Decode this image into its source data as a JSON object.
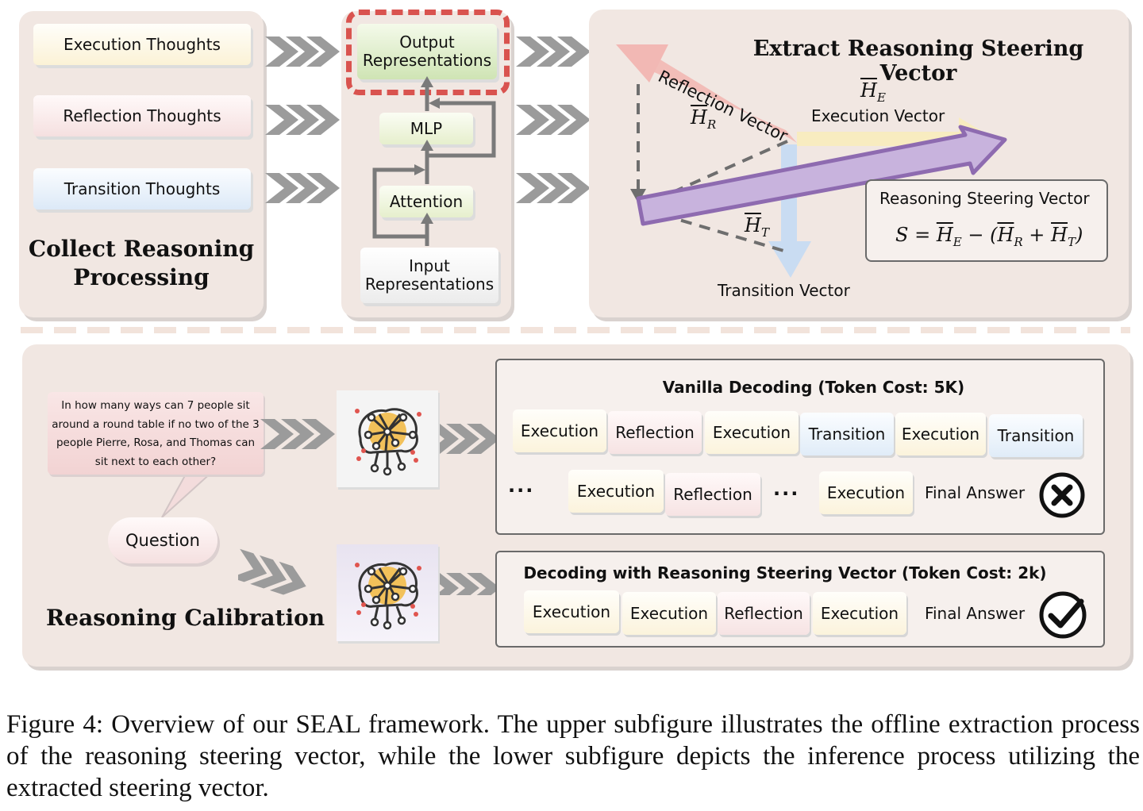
{
  "collect": {
    "thoughts": [
      "Execution Thoughts",
      "Reflection Thoughts",
      "Transition Thoughts"
    ],
    "title_line1": "Collect Reasoning",
    "title_line2": "Processing"
  },
  "model": {
    "output": "Output\nRepresentations",
    "mlp": "MLP",
    "attention": "Attention",
    "input": "Input\nRepresentations"
  },
  "extract": {
    "title": "Extract Reasoning Steering Vector",
    "reflection_vector": "Reflection Vector",
    "execution_vector": "Execution Vector",
    "transition_vector": "Transition Vector",
    "h_r": "H_R",
    "h_e": "H_E",
    "h_t": "H_T",
    "steering_box_title": "Reasoning Steering Vector",
    "formula": "S = H_E − (H_R + H_T)"
  },
  "calibration": {
    "question_text": "In how many ways can 7 people sit around a round table if no two of the 3 people Pierre, Rosa, and Thomas can sit next to each other?",
    "question_label": "Question",
    "title": "Reasoning Calibration",
    "vanilla_title": "Vanilla Decoding (Token Cost: 5K)",
    "vanilla_row1": [
      "Execution",
      "Reflection",
      "Execution",
      "Transition",
      "Execution",
      "Transition"
    ],
    "vanilla_row2_ellipsis": "···",
    "vanilla_row2": [
      "Execution",
      "Reflection",
      "Execution"
    ],
    "final_answer": "Final Answer",
    "seal_title": "Decoding with Reasoning Steering Vector (Token Cost: 2k)",
    "seal_row": [
      "Execution",
      "Execution",
      "Reflection",
      "Execution"
    ]
  },
  "caption": "Figure 4: Overview of our SEAL framework. The upper subfigure illustrates the offline extraction process of the reasoning steering vector, while the lower subfigure depicts the inference process utilizing the extracted steering vector.",
  "colors": {
    "panel": "#f1e7e2",
    "steering": "#8e6bb0",
    "reflection": "#f2b8b4",
    "execution": "#f8ecc0",
    "transition": "#c9dcf2",
    "highlight": "#d9534f"
  }
}
